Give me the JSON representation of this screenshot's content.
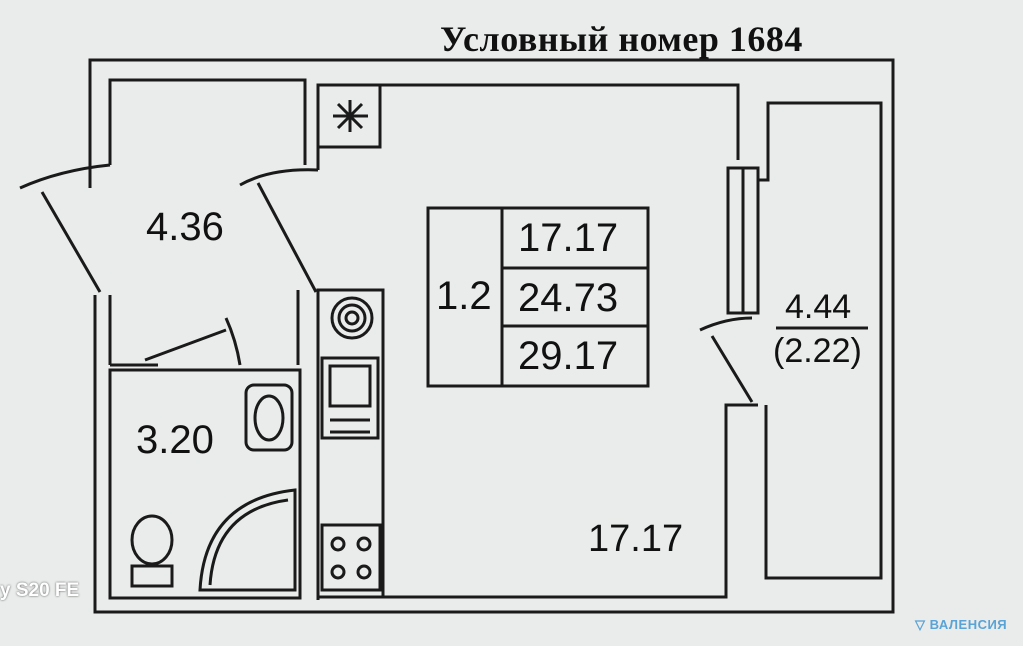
{
  "title": "Условный номер 1684",
  "areas": {
    "hall": "4.36",
    "bathroom": "3.20",
    "main_room": "17.17",
    "balcony": "4.44",
    "balcony_reduced": "(2.22)"
  },
  "summary": {
    "rooms": "1.2",
    "living": "17.17",
    "total": "24.73",
    "total_with_balcony": "29.17"
  },
  "watermarks": {
    "camera": "y S20 FE",
    "brand": "ВАЛЕНСИЯ"
  },
  "colors": {
    "wall": "#1a1a1a",
    "background": "#e9ecea",
    "brand": "#5aa3d6"
  }
}
